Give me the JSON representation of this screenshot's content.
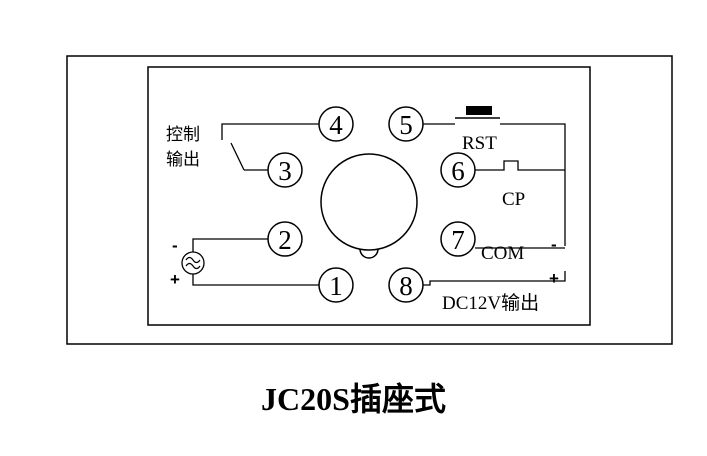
{
  "pins": [
    {
      "id": "1",
      "label": "1"
    },
    {
      "id": "2",
      "label": "2"
    },
    {
      "id": "3",
      "label": "3"
    },
    {
      "id": "4",
      "label": "4"
    },
    {
      "id": "5",
      "label": "5"
    },
    {
      "id": "6",
      "label": "6"
    },
    {
      "id": "7",
      "label": "7"
    },
    {
      "id": "8",
      "label": "8"
    }
  ],
  "labels": {
    "control_line1": "控制",
    "control_line2": "输出",
    "rst": "RST",
    "cp": "CP",
    "com": "COM",
    "dc_output": "DC12V输出",
    "minus": "-",
    "plus": "+"
  },
  "caption": "JC20S插座式"
}
